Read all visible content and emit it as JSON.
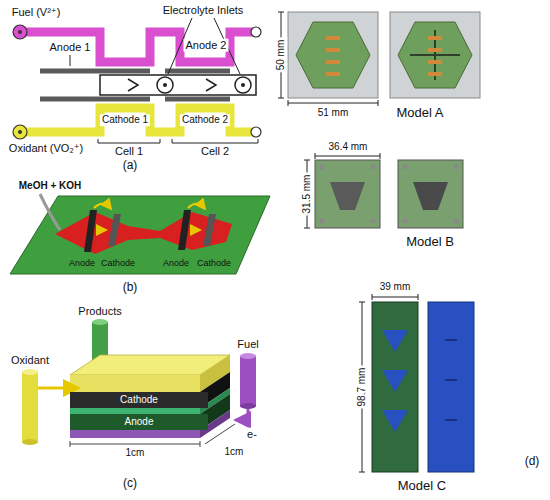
{
  "diagram": {
    "nodes": [
      {
        "text": [
          "Cathode"
        ]
      },
      {
        "text": [
          "Anode"
        ]
      }
    ],
    "labels": [
      "Fuel (V²⁺)",
      "Electrolyte Inlets",
      "Anode 1",
      "Anode 2",
      "Oxidant (VO₂⁺)",
      "Cathode 1",
      "Cathode 2",
      "Cell 1",
      "Cell 2",
      "(a)",
      "MeOH + KOH",
      "Anode",
      "Cathode",
      "Anode",
      "Cathode",
      "(b)",
      "Products",
      "Oxidant",
      "Fuel",
      "e-",
      "1cm",
      "1cm",
      "(c)",
      "50 mm",
      "51 mm",
      "Model A",
      "36.4 mm",
      "31.5 mm",
      "Model B",
      "39 mm",
      "98.7 mm",
      "Model C",
      "(d)"
    ]
  }
}
